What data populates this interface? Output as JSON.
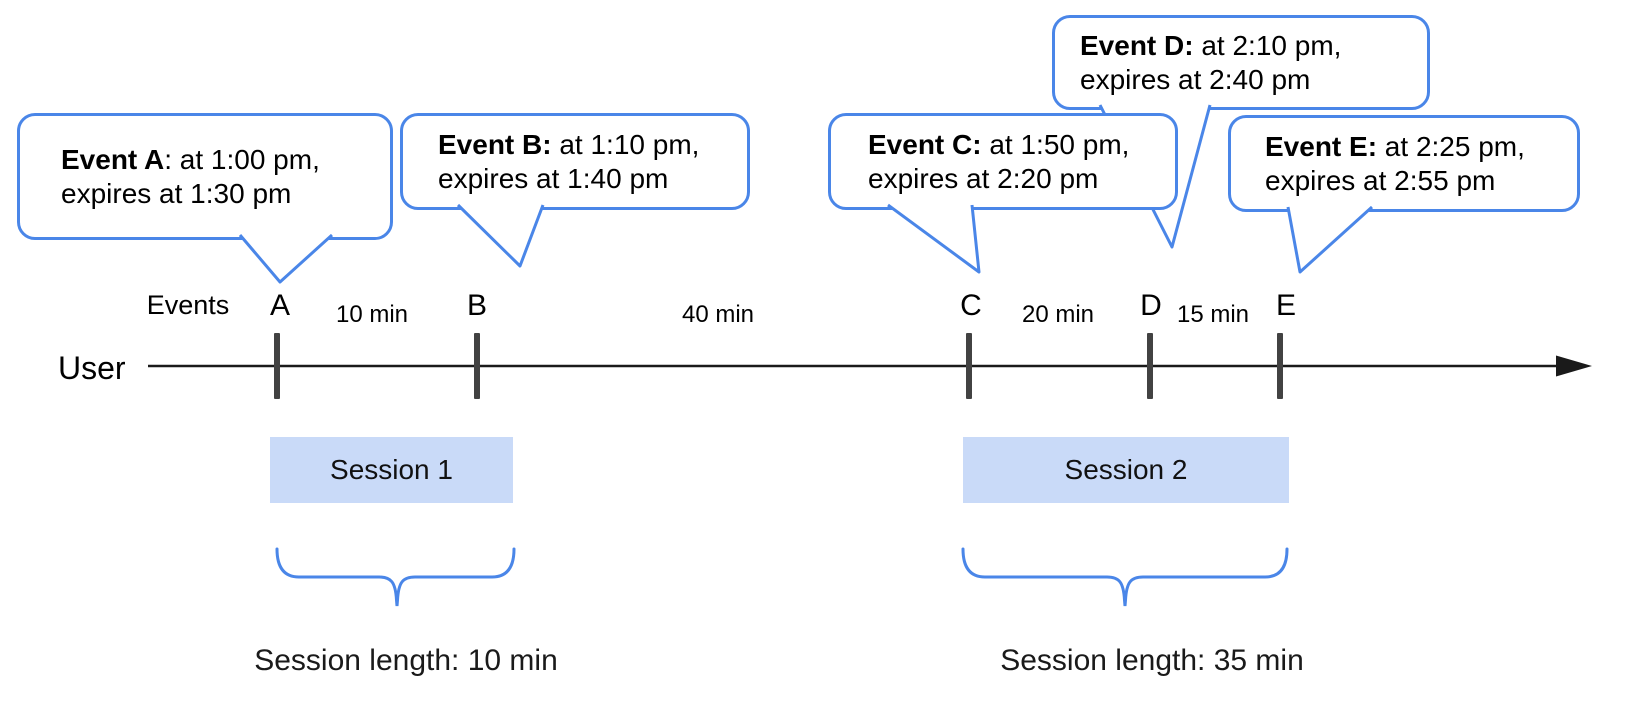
{
  "diagram": {
    "axis": {
      "user_label": "User",
      "events_label": "Events"
    },
    "events": [
      {
        "label": "A",
        "callout_bold": "Event A",
        "callout_rest": ": at 1:00 pm,",
        "callout_line2": "expires at 1:30 pm"
      },
      {
        "label": "B",
        "callout_bold": "Event B:",
        "callout_rest": " at 1:10 pm,",
        "callout_line2": "expires at 1:40 pm"
      },
      {
        "label": "C",
        "callout_bold": "Event C:",
        "callout_rest": " at 1:50 pm,",
        "callout_line2": "expires at 2:20 pm"
      },
      {
        "label": "D",
        "callout_bold": "Event D:",
        "callout_rest": " at 2:10 pm,",
        "callout_line2": "expires at 2:40 pm"
      },
      {
        "label": "E",
        "callout_bold": "Event E:",
        "callout_rest": " at 2:25 pm,",
        "callout_line2": "expires at 2:55 pm"
      }
    ],
    "gaps": [
      {
        "label": "10 min"
      },
      {
        "label": "40 min"
      },
      {
        "label": "20 min"
      },
      {
        "label": "15 min"
      }
    ],
    "sessions": [
      {
        "label": "Session 1",
        "length_label": "Session length: 10 min"
      },
      {
        "label": "Session 2",
        "length_label": "Session length: 35 min"
      }
    ],
    "colors": {
      "accent_blue": "#4a86e8",
      "session_fill": "#c9daf8",
      "tick_gray": "#424242",
      "axis_black": "#1a1a1a"
    }
  }
}
